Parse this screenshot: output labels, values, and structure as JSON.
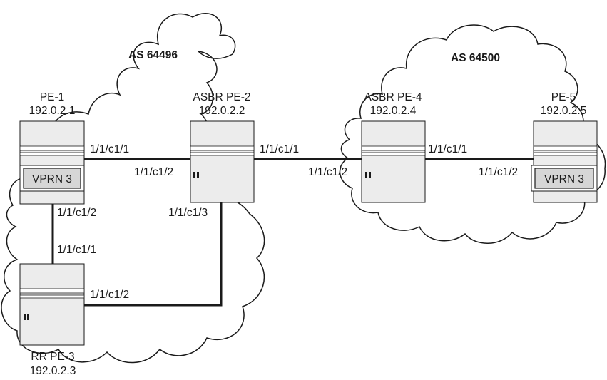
{
  "clouds": {
    "as_left": "AS 64496",
    "as_right": "AS 64500"
  },
  "routers": {
    "pe1": {
      "name": "PE-1",
      "ip": "192.0.2.1",
      "service": "VPRN 3"
    },
    "pe2": {
      "name": "ASBR PE-2",
      "ip": "192.0.2.2"
    },
    "pe3": {
      "name": "RR PE-3",
      "ip": "192.0.2.3"
    },
    "pe4": {
      "name": "ASBR PE-4",
      "ip": "192.0.2.4"
    },
    "pe5": {
      "name": "PE-5",
      "ip": "192.0.2.5",
      "service": "VPRN 3"
    }
  },
  "ports": {
    "pe1_to_pe2": "1/1/c1/1",
    "pe2_to_pe1": "1/1/c1/2",
    "pe2_to_pe4": "1/1/c1/1",
    "pe4_to_pe2": "1/1/c1/2",
    "pe4_to_pe5": "1/1/c1/1",
    "pe5_to_pe4": "1/1/c1/2",
    "pe1_to_pe3": "1/1/c1/2",
    "pe3_to_pe1": "1/1/c1/1",
    "pe2_to_pe3": "1/1/c1/3",
    "pe3_to_pe2": "1/1/c1/2"
  }
}
